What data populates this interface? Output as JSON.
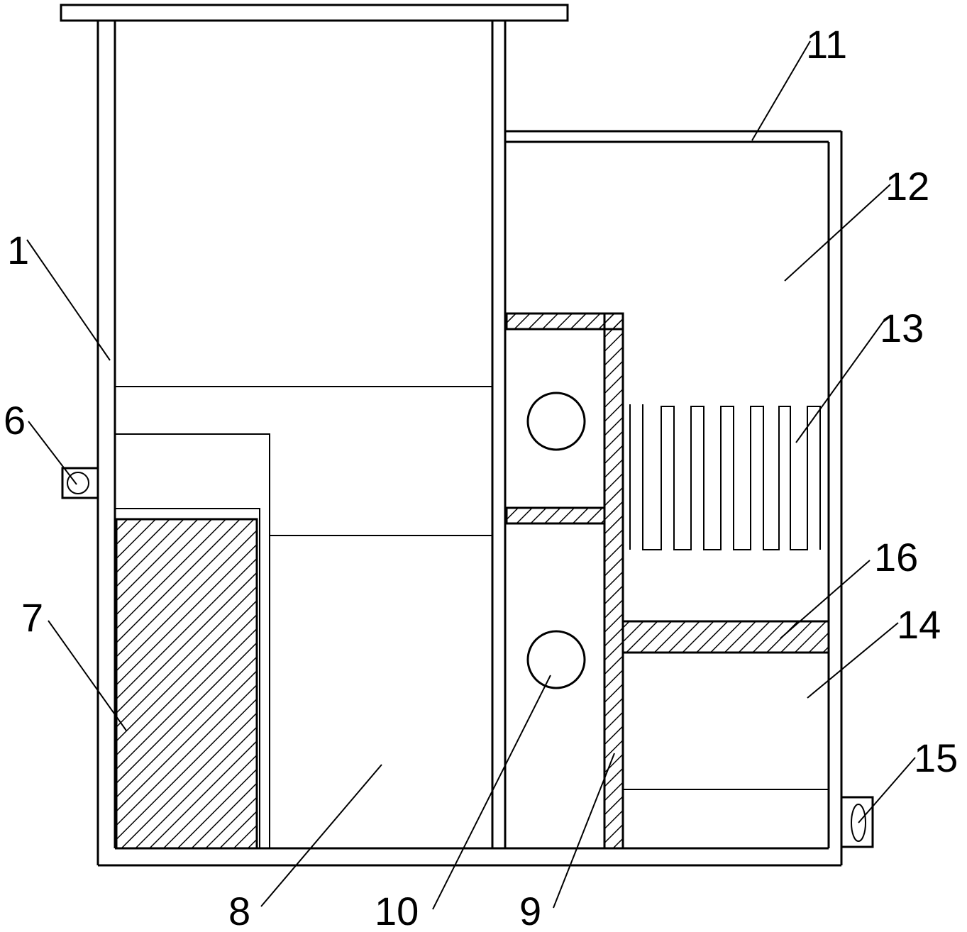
{
  "labels": {
    "l1": "1",
    "l6": "6",
    "l7": "7",
    "l8": "8",
    "l9": "9",
    "l10": "10",
    "l11": "11",
    "l12": "12",
    "l13": "13",
    "l14": "14",
    "l15": "15",
    "l16": "16"
  },
  "colors": {
    "line": "#000000",
    "background": "#ffffff"
  }
}
